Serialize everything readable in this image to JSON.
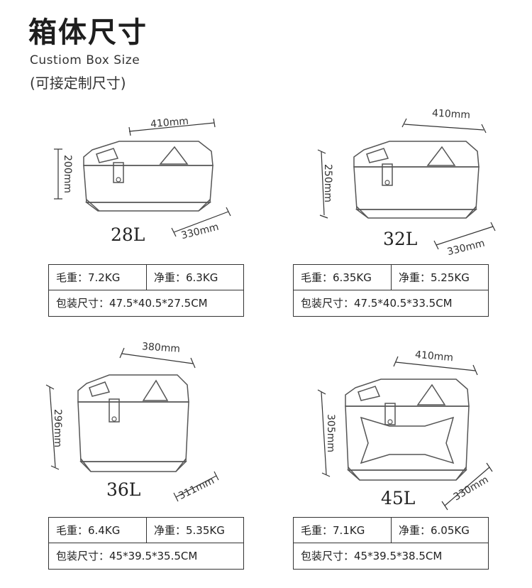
{
  "header": {
    "title": "箱体尺寸",
    "subtitle": "Custiom Box Size",
    "note": "(可接定制尺寸)"
  },
  "boxes": [
    {
      "capacity": "28L",
      "width": "410mm",
      "height": "200mm",
      "depth": "330mm",
      "gross_label": "毛重：7.2KG",
      "net_label": "净重：6.3KG",
      "pack_label": "包装尺寸：47.5*40.5*27.5CM"
    },
    {
      "capacity": "32L",
      "width": "410mm",
      "height": "250mm",
      "depth": "330mm",
      "gross_label": "毛重：6.35KG",
      "net_label": "净重：5.25KG",
      "pack_label": "包装尺寸：47.5*40.5*33.5CM"
    },
    {
      "capacity": "36L",
      "width": "380mm",
      "height": "296mm",
      "depth": "311mm",
      "gross_label": "毛重：6.4KG",
      "net_label": "净重：5.35KG",
      "pack_label": "包装尺寸：45*39.5*35.5CM"
    },
    {
      "capacity": "45L",
      "width": "410mm",
      "height": "305mm",
      "depth": "330mm",
      "gross_label": "毛重：7.1KG",
      "net_label": "净重：6.05KG",
      "pack_label": "包装尺寸：45*39.5*38.5CM"
    }
  ]
}
